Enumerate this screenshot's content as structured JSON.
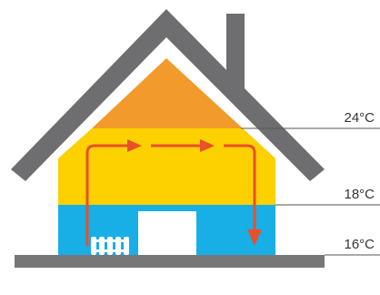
{
  "temperatures": [
    {
      "label": "24°C"
    },
    {
      "label": "18°C"
    },
    {
      "label": "16°C"
    }
  ],
  "colors": {
    "roof": "#6e6e70",
    "ground": "#777779",
    "hot_zone": "#f39a2c",
    "warm_zone": "#fdd000",
    "cool_zone": "#18aee6",
    "airflow_arrow": "#e8502a",
    "door": "#ffffff",
    "radiator": "#ffffff",
    "level_line": "#555555"
  },
  "icons": [
    "radiator-icon",
    "airflow-arrow-icon"
  ]
}
